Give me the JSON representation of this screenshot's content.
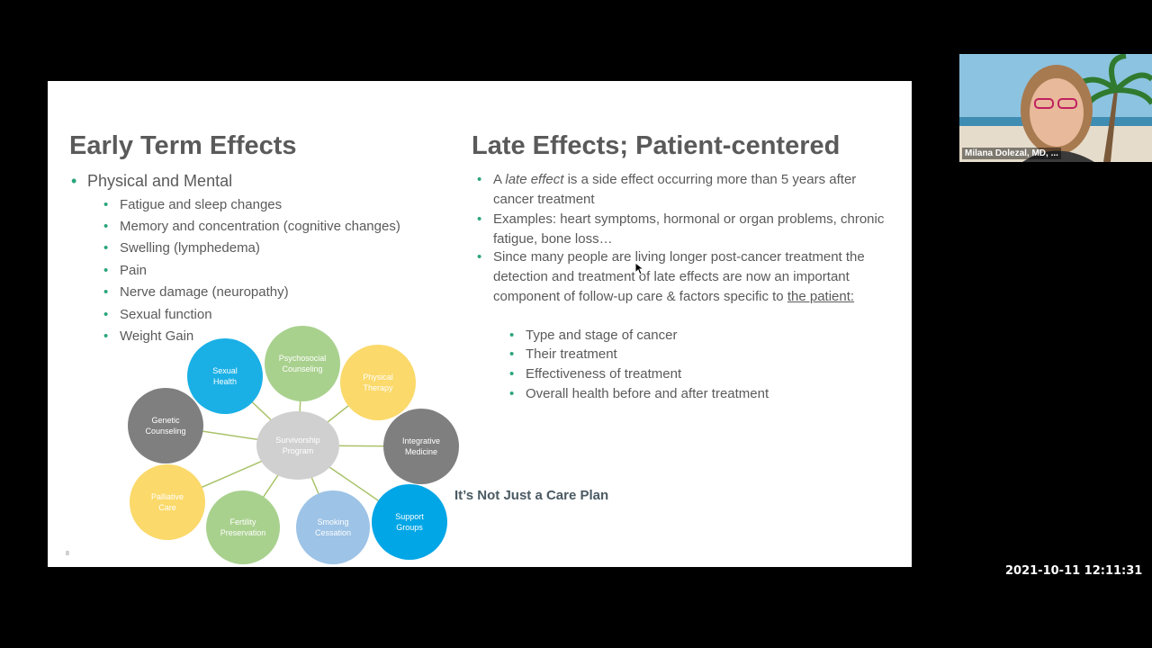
{
  "slide": {
    "left": {
      "title": "Early Term Effects",
      "main_bullet": "Physical and Mental",
      "sub_bullets": [
        "Fatigue and sleep changes",
        "Memory and concentration (cognitive changes)",
        "Swelling (lymphedema)",
        "Pain",
        "Nerve damage (neuropathy)",
        "Sexual function",
        "Weight Gain"
      ]
    },
    "right": {
      "title": "Late Effects; Patient-centered",
      "bullet1": {
        "pre": "A ",
        "term": "late effect",
        "post": " is a side effect occurring more than 5 years after cancer treatment"
      },
      "bullet2": "Examples: heart symptoms, hormonal or organ problems, chronic fatigue, bone loss…",
      "bullet3": {
        "text": "Since many people are living longer post-cancer treatment the detection and treatment of late effects are now an important component of follow-up care & factors specific to ",
        "underlined": "the patient:"
      },
      "sub_bullets": [
        "Type and stage of cancer",
        "Their treatment",
        "Effectiveness of treatment",
        "Overall health before and after treatment"
      ]
    },
    "diagram": {
      "center": [
        "Survivorship",
        "Program"
      ],
      "nodes": [
        {
          "key": "sexual-health",
          "lines": [
            "Sexual",
            "Health"
          ],
          "color": "#1ab0e6",
          "text_color": "#ffffff"
        },
        {
          "key": "psychosocial-counseling",
          "lines": [
            "Psychosocial",
            "Counseling"
          ],
          "color": "#a9d18e",
          "text_color": "#ffffff"
        },
        {
          "key": "physical-therapy",
          "lines": [
            "Physical",
            "Therapy"
          ],
          "color": "#fbd96a",
          "text_color": "#ffffff"
        },
        {
          "key": "integrative-medicine",
          "lines": [
            "Integrative",
            "Medicine"
          ],
          "color": "#7f7f7f",
          "text_color": "#ffffff"
        },
        {
          "key": "support-groups",
          "lines": [
            "Support",
            "Groups"
          ],
          "color": "#00a6e6",
          "text_color": "#ffffff"
        },
        {
          "key": "smoking-cessation",
          "lines": [
            "Smoking",
            "Cessation"
          ],
          "color": "#9dc3e6",
          "text_color": "#ffffff"
        },
        {
          "key": "fertility-preservation",
          "lines": [
            "Fertility",
            "Preservation"
          ],
          "color": "#a9d18e",
          "text_color": "#ffffff"
        },
        {
          "key": "palliative-care",
          "lines": [
            "Palliative",
            "Care"
          ],
          "color": "#fbd96a",
          "text_color": "#ffffff"
        },
        {
          "key": "genetic-counseling",
          "lines": [
            "Genetic",
            "Counseling"
          ],
          "color": "#7f7f7f",
          "text_color": "#ffffff"
        }
      ],
      "center_color": "#d0d0d0",
      "line_color": "#a9c26a"
    },
    "caption": "It’s Not Just a Care Plan",
    "page_number": "8"
  },
  "participant": {
    "name": "Milana Dolezal, MD, ..."
  },
  "timestamp": "2021-10-11  12:11:31"
}
